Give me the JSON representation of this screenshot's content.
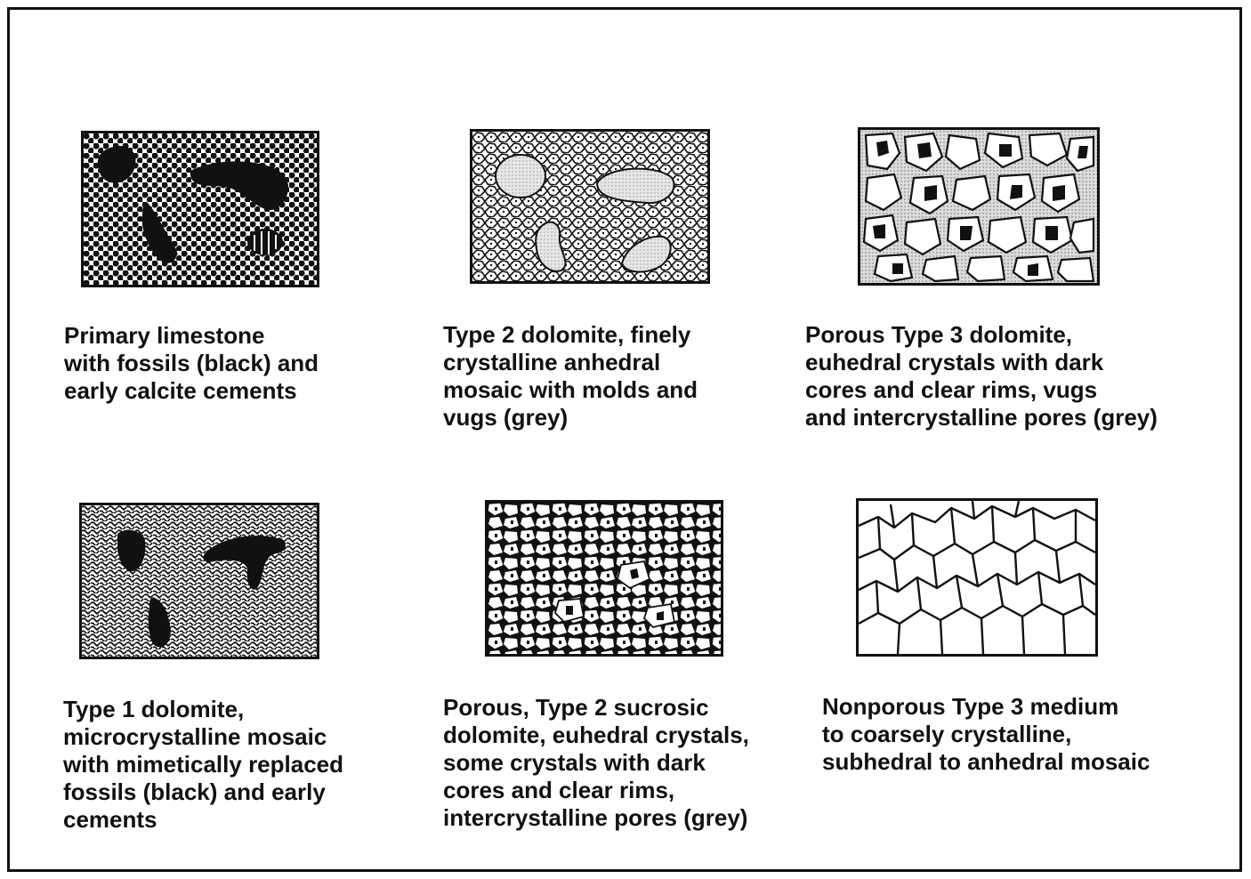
{
  "figure": {
    "panels": [
      {
        "id": "primary-limestone",
        "caption": "Primary limestone\nwith fossils (black) and\nearly calcite cements",
        "texture": "dotted-limestone"
      },
      {
        "id": "type2-dolomite-finely-crystalline",
        "caption": "Type 2 dolomite, finely\ncrystalline anhedral\nmosaic with molds and\nvugs (grey)",
        "texture": "fine-mosaic-with-grey-molds"
      },
      {
        "id": "porous-type3-dolomite",
        "caption": "Porous Type 3 dolomite,\neuhedral crystals with dark\ncores and clear rims, vugs\nand intercrystalline pores (grey)",
        "texture": "euhedral-dark-cores"
      },
      {
        "id": "type1-dolomite",
        "caption": "Type 1 dolomite,\nmicrocrystalline mosaic\nwith mimetically replaced\nfossils (black) and early\ncements",
        "texture": "microcrystalline-speckle"
      },
      {
        "id": "porous-type2-sucrosic-dolomite",
        "caption": "Porous, Type 2 sucrosic\ndolomite, euhedral crystals,\nsome crystals with dark\ncores and clear rims,\nintercrystalline pores (grey)",
        "texture": "sucrosic-euhedral"
      },
      {
        "id": "nonporous-type3",
        "caption": "Nonporous Type 3 medium\nto coarsely crystalline,\nsubhedral to anhedral mosaic",
        "texture": "coarse-anhedral-mosaic"
      }
    ]
  }
}
